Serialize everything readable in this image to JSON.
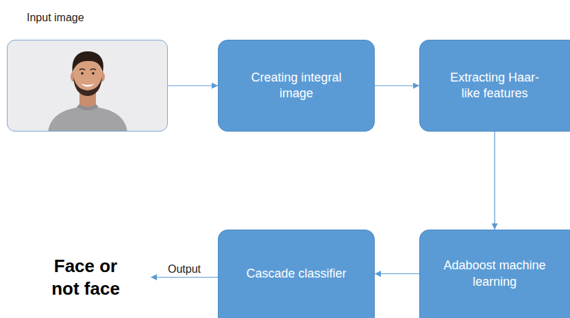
{
  "diagram": {
    "nodes": [
      {
        "text": [
          "Input image"
        ]
      },
      {
        "text": [
          "Creating integral image"
        ]
      },
      {
        "text": [
          "Extracting Haar-like features"
        ]
      },
      {
        "text": [
          "Adaboost machine learning"
        ]
      },
      {
        "text": [
          "Cascade classifier"
        ]
      },
      {
        "text": [
          "Face or not face"
        ]
      }
    ],
    "edges": [
      {
        "from": 0,
        "to": 1,
        "arrow": "to"
      },
      {
        "from": 1,
        "to": 2,
        "arrow": "to"
      },
      {
        "from": 2,
        "to": 3,
        "arrow": "to"
      },
      {
        "from": 3,
        "to": 4,
        "arrow": "to"
      },
      {
        "from": 4,
        "to": 5,
        "arrow": "to",
        "label": "Output"
      }
    ]
  }
}
